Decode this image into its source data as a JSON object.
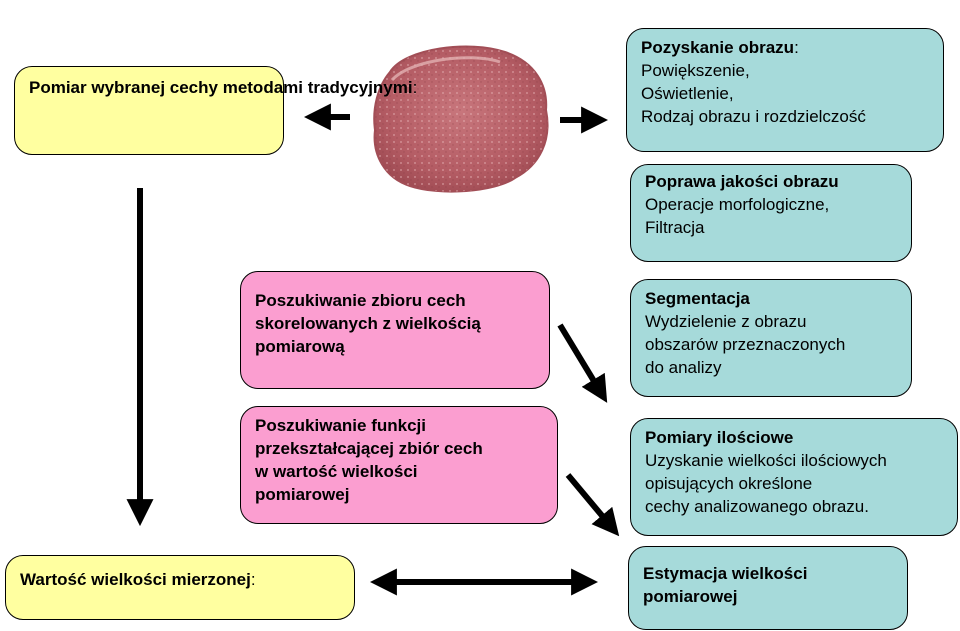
{
  "measure": {
    "title": "Pomiar wybranej cechy metodami tradycyjnymi",
    "suffix": ":"
  },
  "result": {
    "title": "Wartość wielkości mierzonej",
    "suffix": ":"
  },
  "acquisition": {
    "title": "Pozyskanie obrazu",
    "suffix": ":",
    "lines": [
      "Powiększenie,",
      "Oświetlenie,",
      "Rodzaj obrazu i rozdzielczość"
    ]
  },
  "enhancement": {
    "title": "Poprawa jakości obrazu",
    "lines": [
      "Operacje morfologiczne,",
      "Filtracja"
    ]
  },
  "segmentation": {
    "title": "Segmentacja",
    "lines": [
      "Wydzielenie z obrazu",
      "obszarów przeznaczonych",
      "do analizy"
    ]
  },
  "quantitative": {
    "title": "Pomiary ilościowe",
    "lines": [
      "Uzyskanie wielkości ilościowych",
      "opisujących określone",
      "cechy analizowanego obrazu."
    ]
  },
  "estimation": {
    "lines": [
      "Estymacja wielkości",
      "pomiarowej"
    ]
  },
  "feature_search": {
    "lines": [
      "Poszukiwanie zbioru cech",
      "skorelowanych z wielkością",
      "pomiarową"
    ]
  },
  "function_search": {
    "lines": [
      "Poszukiwanie funkcji",
      "przekształcającej zbiór cech",
      "w wartość wielkości",
      "pomiarowej"
    ]
  },
  "colors": {
    "yellow": "#ffffa0",
    "teal": "#a6dada",
    "pink": "#fb9ed0",
    "meat": "#b86068"
  }
}
